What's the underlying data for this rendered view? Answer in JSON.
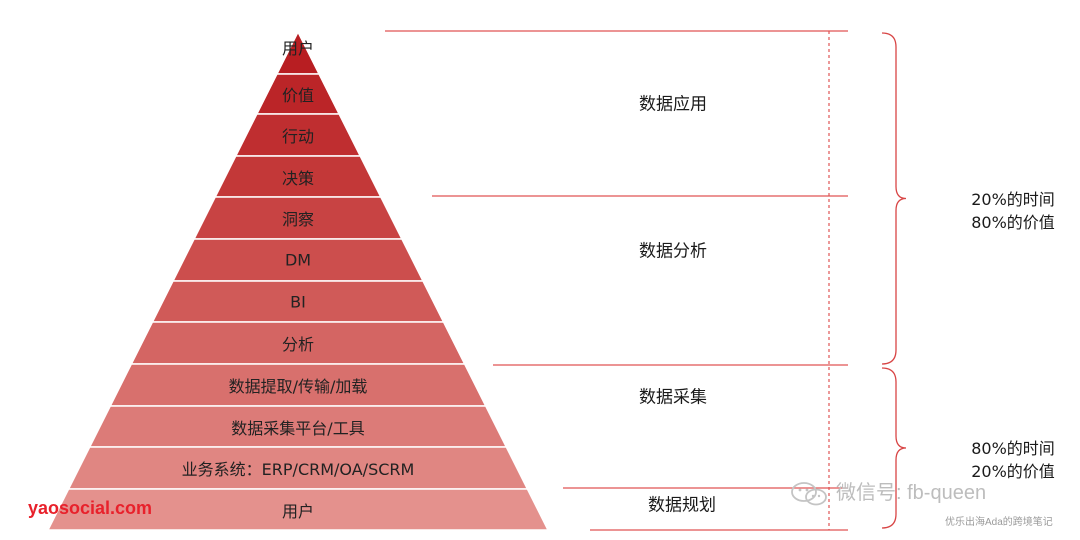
{
  "pyramid": {
    "layers": [
      {
        "label": "用户",
        "color": "#b81e22"
      },
      {
        "label": "价值",
        "color": "#bb2528"
      },
      {
        "label": "行动",
        "color": "#bf2e30"
      },
      {
        "label": "决策",
        "color": "#c33838"
      },
      {
        "label": "洞察",
        "color": "#c84343"
      },
      {
        "label": "DM",
        "color": "#cc4e4d"
      },
      {
        "label": "BI",
        "color": "#d05a58"
      },
      {
        "label": "分析",
        "color": "#d46563"
      },
      {
        "label": "数据提取/传输/加载",
        "color": "#d8706d"
      },
      {
        "label": "数据采集平台/工具",
        "color": "#dc7b78"
      },
      {
        "label": "业务系统：ERP/CRM/OA/SCRM",
        "color": "#e08682"
      },
      {
        "label": "用户",
        "color": "#e4918d"
      }
    ]
  },
  "stages": [
    {
      "label": "数据应用"
    },
    {
      "label": "数据分析"
    },
    {
      "label": "数据采集"
    },
    {
      "label": "数据规划"
    }
  ],
  "notes": {
    "upper": [
      "20%的时间",
      "80%的价值"
    ],
    "lower": [
      "80%的时间",
      "20%的价值"
    ]
  },
  "colors": {
    "line": "#e05555",
    "bracket": "#d84545"
  },
  "watermarks": {
    "site": "yaosocial.com",
    "wechat": "微信号: fb-queen",
    "author": "优乐出海Ada的跨境笔记"
  }
}
